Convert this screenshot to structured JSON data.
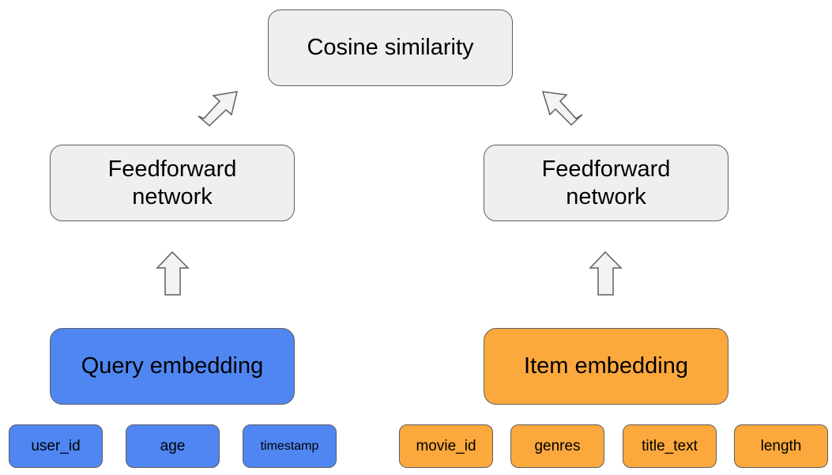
{
  "top": {
    "label": "Cosine similarity"
  },
  "left_tower": {
    "network_label": "Feedforward network",
    "embedding_label": "Query embedding",
    "features": [
      "user_id",
      "age",
      "timestamp"
    ]
  },
  "right_tower": {
    "network_label": "Feedforward network",
    "embedding_label": "Item embedding",
    "features": [
      "movie_id",
      "genres",
      "title_text",
      "length"
    ]
  },
  "colors": {
    "node_gray": "#efefef",
    "query_blue": "#4f86f2",
    "item_orange": "#fba83d",
    "border": "#5f5f5f"
  }
}
